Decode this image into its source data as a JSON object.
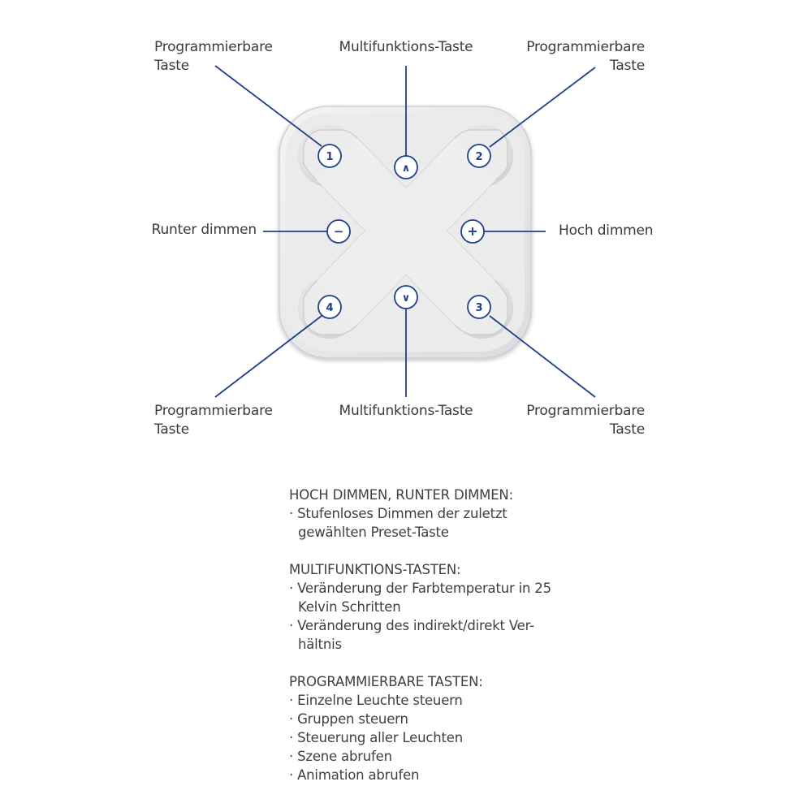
{
  "callouts": {
    "top_left": [
      "Programmierbare",
      "Taste"
    ],
    "top_center": "Multifunktions-Taste",
    "top_right": [
      "Programmierbare",
      "Taste"
    ],
    "left": "Runter dimmen",
    "right": "Hoch dimmen",
    "bottom_left": [
      "Programmierbare",
      "Taste"
    ],
    "bottom_center": "Multifunktions-Taste",
    "bottom_right": [
      "Programmierbare",
      "Taste"
    ]
  },
  "buttons": {
    "b1": "1",
    "b2": "2",
    "b3": "3",
    "b4": "4",
    "up": "∧",
    "down": "∨",
    "minus": "−",
    "plus": "+"
  },
  "colors": {
    "accent": "#1f3f8c",
    "device": "#e9e9ea",
    "text": "#3a3a3a"
  },
  "sections": [
    {
      "title": "HOCH DIMMEN, RUNTER DIMMEN:",
      "items": [
        [
          "· Stufenloses Dimmen der zuletzt",
          "gewählten Preset-Taste"
        ]
      ]
    },
    {
      "title": "MULTIFUNKTIONS-TASTEN:",
      "items": [
        [
          "· Veränderung der Farbtemperatur in 25",
          "Kelvin Schritten"
        ],
        [
          "· Veränderung des indirekt/direkt Ver-",
          "hältnis"
        ]
      ]
    },
    {
      "title": "PROGRAMMIERBARE TASTEN:",
      "items": [
        [
          "· Einzelne Leuchte steuern"
        ],
        [
          "· Gruppen steuern"
        ],
        [
          "· Steuerung aller Leuchten"
        ],
        [
          "· Szene abrufen"
        ],
        [
          "· Animation abrufen"
        ]
      ]
    }
  ]
}
